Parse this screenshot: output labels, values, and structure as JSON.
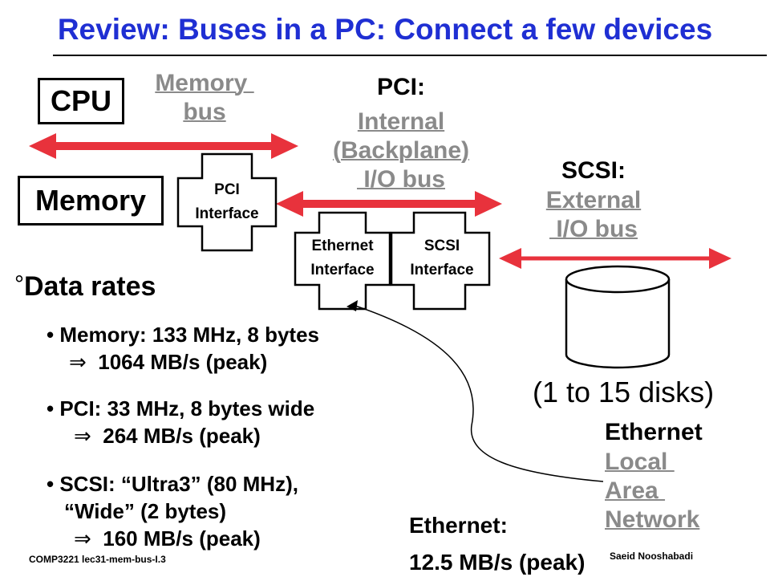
{
  "title": "Review: Buses in a PC: Connect a few devices",
  "cpu_label": "CPU",
  "memory_label": "Memory",
  "memory_bus": [
    "Memory ",
    "bus"
  ],
  "pci_header": "PCI:",
  "pci_bus": [
    "Internal",
    "(Backplane)",
    " I/O bus"
  ],
  "scsi_header": "SCSI:",
  "scsi_bus": [
    "External",
    " I/O bus"
  ],
  "pci_interface": [
    "PCI",
    "Interface"
  ],
  "ethernet_interface": [
    "Ethernet",
    "Interface"
  ],
  "scsi_interface": [
    "SCSI",
    "Interface"
  ],
  "disks_label": "(1 to 15 disks)",
  "ethernet_header": "Ethernet",
  "ethernet_lan": [
    "Local ",
    "Area ",
    "Network"
  ],
  "data_rates": {
    "heading": "Data rates",
    "bullet_char": "°",
    "items": [
      {
        "line1": "Memory: 133 MHz, 8 bytes",
        "line2": "1064 MB/s (peak)"
      },
      {
        "line1": "PCI: 33 MHz, 8 bytes wide",
        "line2": "264 MB/s (peak)"
      },
      {
        "line1": "SCSI: “Ultra3” (80 MHz),",
        "line1b": "“Wide” (2 bytes)",
        "line2": "160 MB/s (peak)"
      }
    ],
    "implies": "⇒"
  },
  "ethernet_rate": [
    "Ethernet:",
    "12.5 MB/s (peak)"
  ],
  "footer_left": "COMP3221  lec31-mem-bus-I.3",
  "footer_right": "Saeid Nooshabadi",
  "colors": {
    "title": "#1f2fd3",
    "bus_arrow": "#e8323c",
    "link": "#8a8a8a"
  }
}
